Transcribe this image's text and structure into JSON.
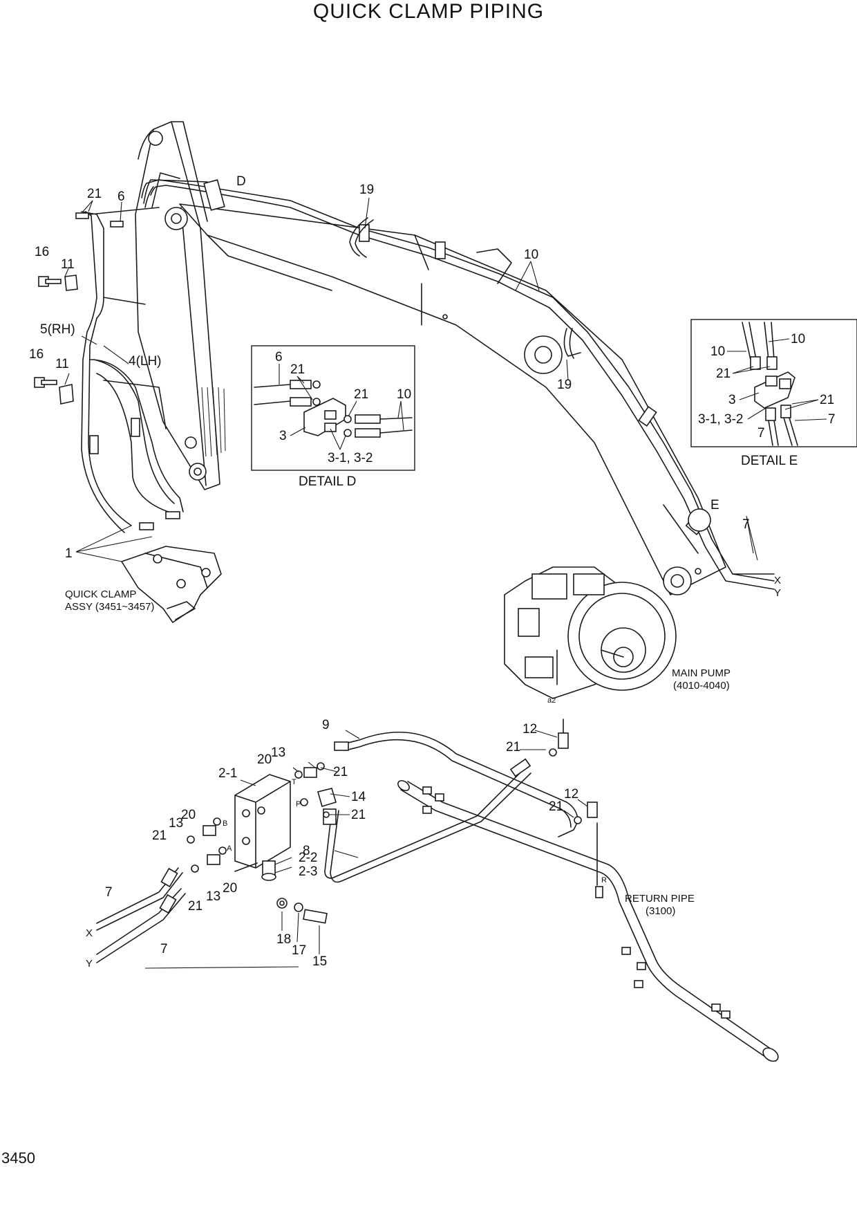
{
  "title": "QUICK CLAMP PIPING",
  "page_number": "3450",
  "callouts": {
    "c21_top": "21",
    "c6_top": "6",
    "cD": "D",
    "c19_top": "19",
    "c10_top": "10",
    "c16_a": "16",
    "c11_a": "11",
    "c5rh": "5(RH)",
    "c4lh": "4(LH)",
    "c16_b": "16",
    "c11_b": "11",
    "c1": "1",
    "c19_mid": "19",
    "cE": "E",
    "c7_boom": "7",
    "cX_boom": "X",
    "cY_boom": "Y",
    "c9": "9",
    "c12_a": "12",
    "c21_p1": "21",
    "c2_1": "2-1",
    "c20_t": "20",
    "c13_t": "13",
    "c21_t": "21",
    "c14": "14",
    "c21_p": "21",
    "c12_b": "12",
    "c21_r": "21",
    "c20_b": "20",
    "c13_b": "13",
    "c21_b": "21",
    "c8": "8",
    "c2_2": "2-2",
    "c2_3": "2-3",
    "c7_a": "7",
    "c21_a": "21",
    "c13_a": "13",
    "c20_a": "20",
    "c7_b": "7",
    "cX_low": "X",
    "cY_low": "Y",
    "c18": "18",
    "c17": "17",
    "c15": "15",
    "port_T": "T",
    "port_P": "P",
    "port_B": "B",
    "port_A": "A",
    "port_R": "R",
    "port_a2": "a2"
  },
  "notes": {
    "quick_clamp_l1": "QUICK CLAMP",
    "quick_clamp_l2": "ASSY (3451~3457)",
    "main_pump_l1": "MAIN PUMP",
    "main_pump_l2": "(4010-4040)",
    "return_pipe_l1": "RETURN PIPE",
    "return_pipe_l2": "(3100)"
  },
  "detail_d": {
    "caption": "DETAIL  D",
    "c6": "6",
    "c21_a": "21",
    "c21_b": "21",
    "c10": "10",
    "c3": "3",
    "c31": "3-1, 3-2"
  },
  "detail_e": {
    "caption": "DETAIL  E",
    "c10_a": "10",
    "c10_b": "10",
    "c21_a": "21",
    "c3": "3",
    "c21_b": "21",
    "c31": "3-1, 3-2",
    "c7_a": "7",
    "c7_b": "7"
  }
}
